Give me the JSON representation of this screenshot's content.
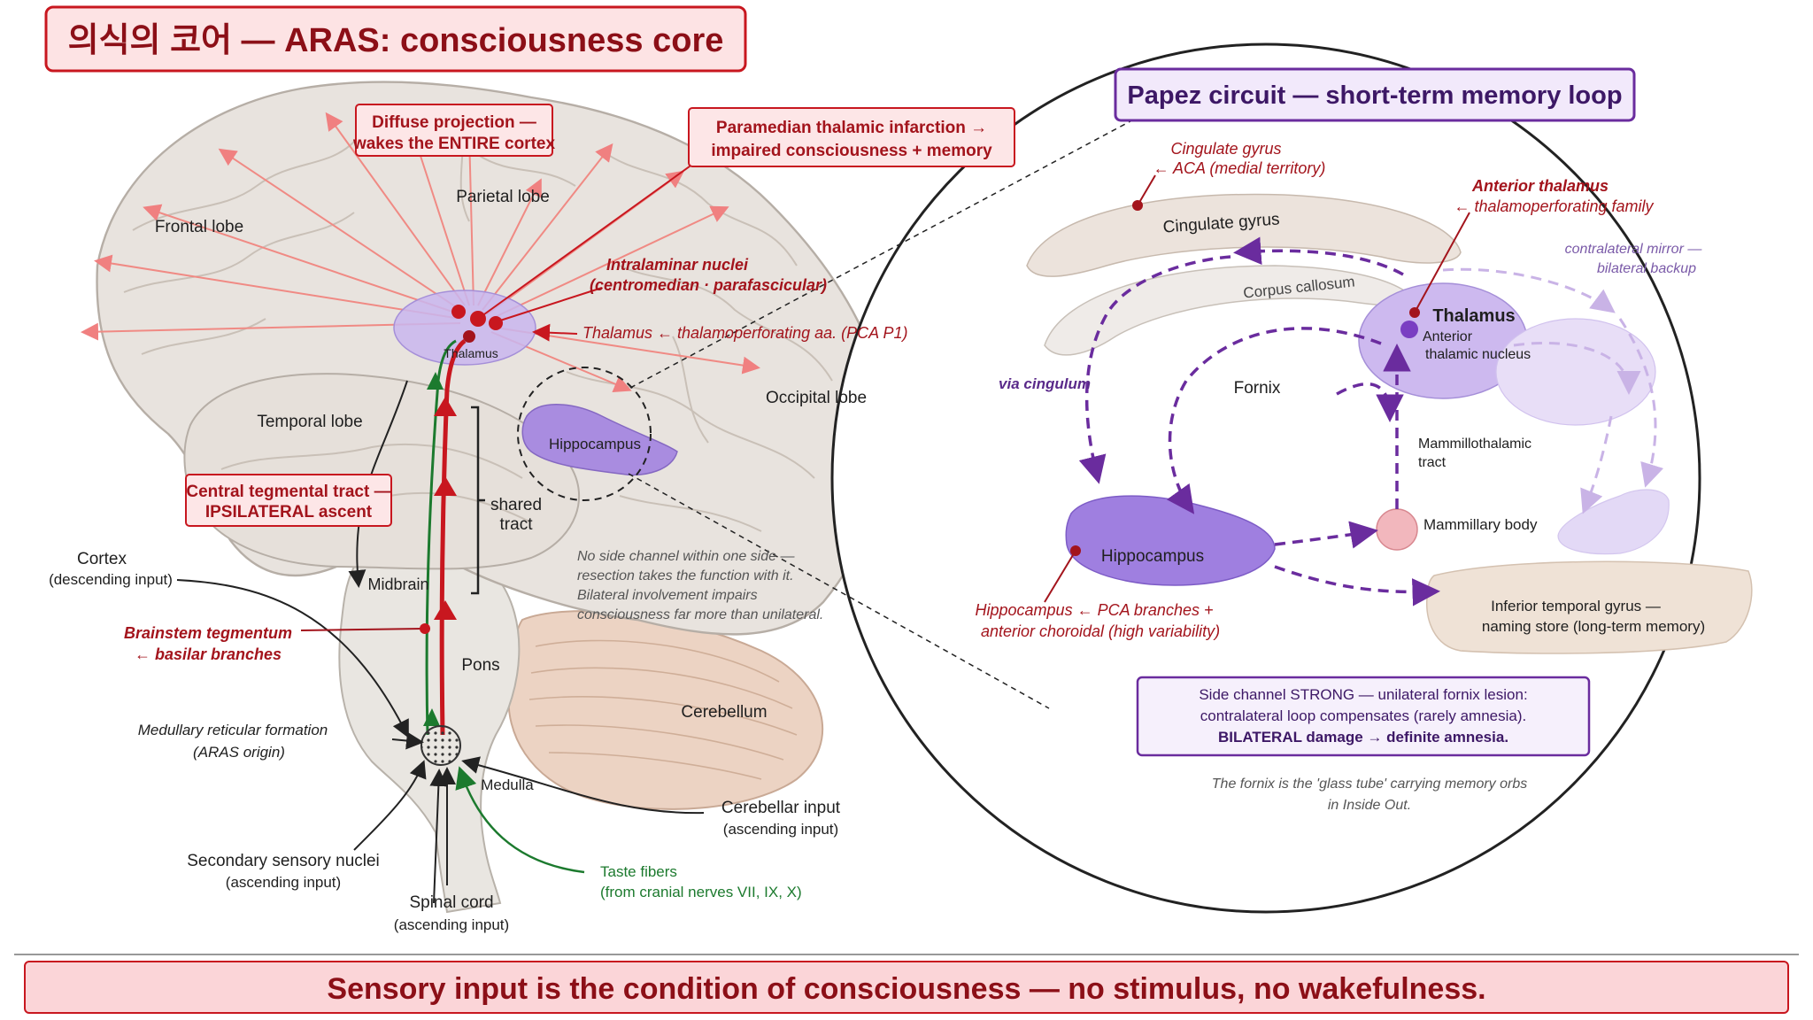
{
  "title": "의식의 코어 — ARAS: consciousness core",
  "papez_title": "Papez circuit — short-term memory loop",
  "footer": "Sensory input is the condition of consciousness — no stimulus, no wakefulness.",
  "colors": {
    "accent_red": "#a3141c",
    "accent_purple": "#6a2c9e",
    "tract_green": "#1c7a2e",
    "footer_bg": "#fbd5d8"
  },
  "brain": {
    "frontal": "Frontal lobe",
    "parietal": "Parietal lobe",
    "temporal": "Temporal lobe",
    "occipital": "Occipital lobe",
    "thalamus": "Thalamus",
    "hippocampus": "Hippocampus",
    "midbrain": "Midbrain",
    "pons": "Pons",
    "medulla": "Medulla",
    "cerebellum": "Cerebellum",
    "shared_tract_1": "shared",
    "shared_tract_2": "tract"
  },
  "callouts": {
    "diffuse_1": "Diffuse projection —",
    "diffuse_2": "wakes the ENTIRE cortex",
    "paramedian_1": "Paramedian thalamic infarction →",
    "paramedian_2": "impaired consciousness + memory",
    "intralaminar_1": "Intralaminar nuclei",
    "intralaminar_2": "(centromedian · parafascicular)",
    "thal_artery": "Thalamus ← thalamoperforating aa. (PCA P1)",
    "ctt_1": "Central tegmental tract —",
    "ctt_2": "IPSILATERAL ascent",
    "cortex_1": "Cortex",
    "cortex_2": "(descending input)",
    "brainstem_1": "Brainstem tegmentum",
    "brainstem_2": "← basilar branches",
    "medullary_1": "Medullary reticular formation",
    "medullary_2": "(ARAS origin)",
    "secondary_1": "Secondary sensory nuclei",
    "secondary_2": "(ascending input)",
    "spinal_1": "Spinal cord",
    "spinal_2": "(ascending input)",
    "cerebellar_1": "Cerebellar input",
    "cerebellar_2": "(ascending input)",
    "taste_1": "Taste fibers",
    "taste_2": "(from cranial nerves VII, IX, X)",
    "note_1": "No side channel within one side —",
    "note_2": "resection takes the function with it.",
    "note_3": "Bilateral involvement impairs",
    "note_4": "consciousness far more than unilateral."
  },
  "papez": {
    "cingulate_art_1": "Cingulate gyrus",
    "cingulate_art_2": "← ACA (medial territory)",
    "cingulate": "Cingulate gyrus",
    "corpus": "Corpus callosum",
    "ant_thal_1": "Anterior thalamus",
    "ant_thal_2": "← thalamoperforating family",
    "mirror_1": "contralateral mirror —",
    "mirror_2": "bilateral backup",
    "thalamus": "Thalamus",
    "atn_1": "Anterior",
    "atn_2": "thalamic nucleus",
    "via_cingulum": "via cingulum",
    "fornix": "Fornix",
    "mtt_1": "Mammillothalamic",
    "mtt_2": "tract",
    "mammillary": "Mammillary body",
    "hippocampus": "Hippocampus",
    "hippo_art_1": "Hippocampus ← PCA branches +",
    "hippo_art_2": "anterior choroidal (high variability)",
    "itg_1": "Inferior temporal gyrus —",
    "itg_2": "naming store (long-term memory)",
    "side_1": "Side channel STRONG — unilateral fornix lesion:",
    "side_2": "contralateral loop compensates (rarely amnesia).",
    "side_3": "BILATERAL damage → definite amnesia.",
    "fornix_note_1": "The fornix is the 'glass tube' carrying memory orbs",
    "fornix_note_2": "in Inside Out."
  }
}
